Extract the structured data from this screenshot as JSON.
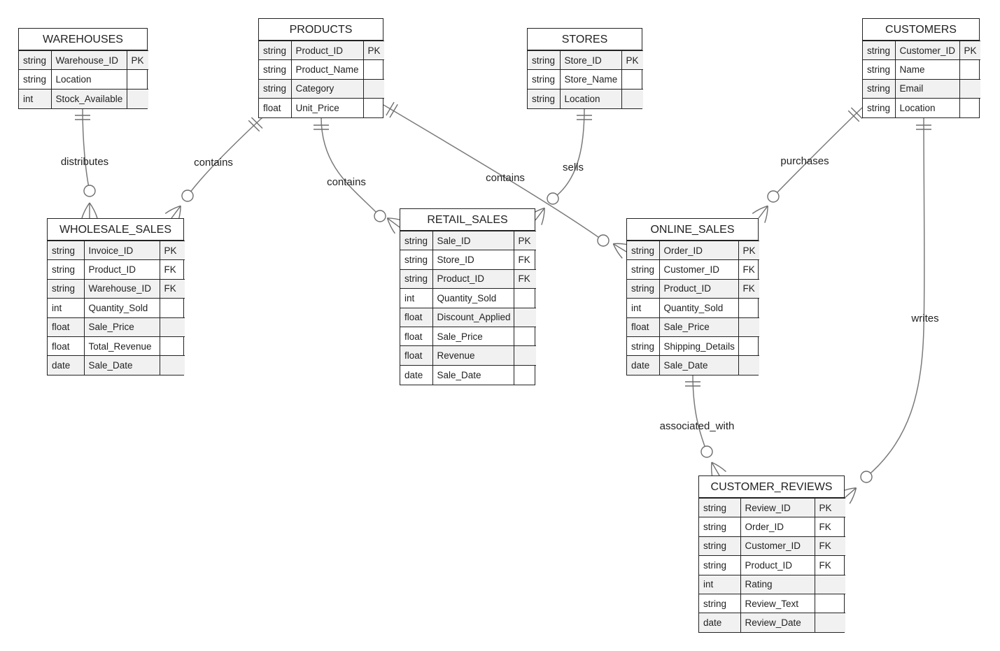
{
  "entities": [
    {
      "id": "warehouses",
      "name": "WAREHOUSES",
      "attributes": [
        {
          "type": "string",
          "name": "Warehouse_ID",
          "key": "PK"
        },
        {
          "type": "string",
          "name": "Location",
          "key": ""
        },
        {
          "type": "int",
          "name": "Stock_Available",
          "key": ""
        }
      ]
    },
    {
      "id": "products",
      "name": "PRODUCTS",
      "attributes": [
        {
          "type": "string",
          "name": "Product_ID",
          "key": "PK"
        },
        {
          "type": "string",
          "name": "Product_Name",
          "key": ""
        },
        {
          "type": "string",
          "name": "Category",
          "key": ""
        },
        {
          "type": "float",
          "name": "Unit_Price",
          "key": ""
        }
      ]
    },
    {
      "id": "stores",
      "name": "STORES",
      "attributes": [
        {
          "type": "string",
          "name": "Store_ID",
          "key": "PK"
        },
        {
          "type": "string",
          "name": "Store_Name",
          "key": ""
        },
        {
          "type": "string",
          "name": "Location",
          "key": ""
        }
      ]
    },
    {
      "id": "customers",
      "name": "CUSTOMERS",
      "attributes": [
        {
          "type": "string",
          "name": "Customer_ID",
          "key": "PK"
        },
        {
          "type": "string",
          "name": "Name",
          "key": ""
        },
        {
          "type": "string",
          "name": "Email",
          "key": ""
        },
        {
          "type": "string",
          "name": "Location",
          "key": ""
        }
      ]
    },
    {
      "id": "wholesale_sales",
      "name": "WHOLESALE_SALES",
      "attributes": [
        {
          "type": "string",
          "name": "Invoice_ID",
          "key": "PK"
        },
        {
          "type": "string",
          "name": "Product_ID",
          "key": "FK"
        },
        {
          "type": "string",
          "name": "Warehouse_ID",
          "key": "FK"
        },
        {
          "type": "int",
          "name": "Quantity_Sold",
          "key": ""
        },
        {
          "type": "float",
          "name": "Sale_Price",
          "key": ""
        },
        {
          "type": "float",
          "name": "Total_Revenue",
          "key": ""
        },
        {
          "type": "date",
          "name": "Sale_Date",
          "key": ""
        }
      ]
    },
    {
      "id": "retail_sales",
      "name": "RETAIL_SALES",
      "attributes": [
        {
          "type": "string",
          "name": "Sale_ID",
          "key": "PK"
        },
        {
          "type": "string",
          "name": "Store_ID",
          "key": "FK"
        },
        {
          "type": "string",
          "name": "Product_ID",
          "key": "FK"
        },
        {
          "type": "int",
          "name": "Quantity_Sold",
          "key": ""
        },
        {
          "type": "float",
          "name": "Discount_Applied",
          "key": ""
        },
        {
          "type": "float",
          "name": "Sale_Price",
          "key": ""
        },
        {
          "type": "float",
          "name": "Revenue",
          "key": ""
        },
        {
          "type": "date",
          "name": "Sale_Date",
          "key": ""
        }
      ]
    },
    {
      "id": "online_sales",
      "name": "ONLINE_SALES",
      "attributes": [
        {
          "type": "string",
          "name": "Order_ID",
          "key": "PK"
        },
        {
          "type": "string",
          "name": "Customer_ID",
          "key": "FK"
        },
        {
          "type": "string",
          "name": "Product_ID",
          "key": "FK"
        },
        {
          "type": "int",
          "name": "Quantity_Sold",
          "key": ""
        },
        {
          "type": "float",
          "name": "Sale_Price",
          "key": ""
        },
        {
          "type": "string",
          "name": "Shipping_Details",
          "key": ""
        },
        {
          "type": "date",
          "name": "Sale_Date",
          "key": ""
        }
      ]
    },
    {
      "id": "customer_reviews",
      "name": "CUSTOMER_REVIEWS",
      "attributes": [
        {
          "type": "string",
          "name": "Review_ID",
          "key": "PK"
        },
        {
          "type": "string",
          "name": "Order_ID",
          "key": "FK"
        },
        {
          "type": "string",
          "name": "Customer_ID",
          "key": "FK"
        },
        {
          "type": "string",
          "name": "Product_ID",
          "key": "FK"
        },
        {
          "type": "int",
          "name": "Rating",
          "key": ""
        },
        {
          "type": "string",
          "name": "Review_Text",
          "key": ""
        },
        {
          "type": "date",
          "name": "Review_Date",
          "key": ""
        }
      ]
    }
  ],
  "relationships": [
    {
      "from": "warehouses",
      "to": "wholesale_sales",
      "label": "distributes",
      "from_card": "exactly-one",
      "to_card": "zero-or-many"
    },
    {
      "from": "products",
      "to": "wholesale_sales",
      "label": "contains",
      "from_card": "exactly-one",
      "to_card": "zero-or-many"
    },
    {
      "from": "products",
      "to": "retail_sales",
      "label": "contains",
      "from_card": "exactly-one",
      "to_card": "zero-or-many"
    },
    {
      "from": "products",
      "to": "online_sales",
      "label": "contains",
      "from_card": "exactly-one",
      "to_card": "zero-or-many"
    },
    {
      "from": "stores",
      "to": "retail_sales",
      "label": "sells",
      "from_card": "exactly-one",
      "to_card": "zero-or-many"
    },
    {
      "from": "customers",
      "to": "online_sales",
      "label": "purchases",
      "from_card": "exactly-one",
      "to_card": "zero-or-many"
    },
    {
      "from": "customers",
      "to": "customer_reviews",
      "label": "writes",
      "from_card": "exactly-one",
      "to_card": "zero-or-many"
    },
    {
      "from": "online_sales",
      "to": "customer_reviews",
      "label": "associated_with",
      "from_card": "exactly-one",
      "to_card": "zero-or-many"
    }
  ]
}
